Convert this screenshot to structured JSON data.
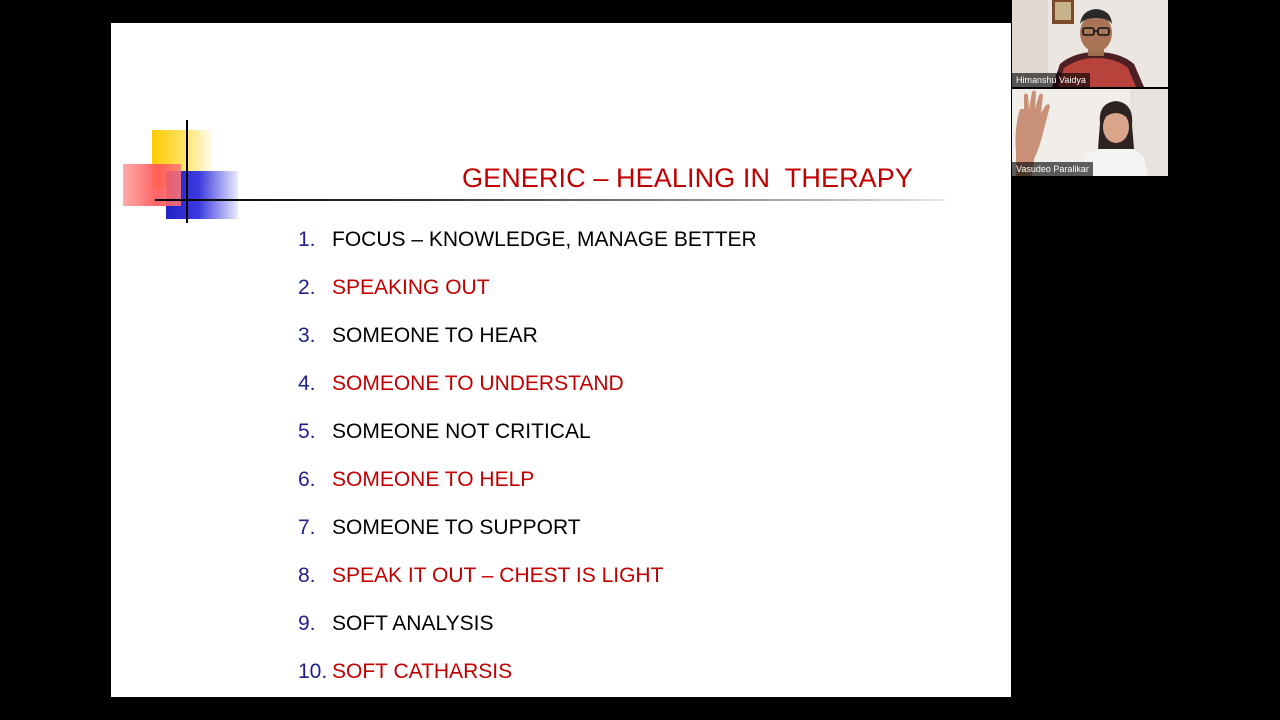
{
  "slide": {
    "title": "GENERIC – HEALING IN  THERAPY",
    "items": [
      {
        "num": "1.",
        "text": "FOCUS – KNOWLEDGE, MANAGE BETTER",
        "color": "#000000"
      },
      {
        "num": "2.",
        "text": "SPEAKING OUT",
        "color": "#c00000"
      },
      {
        "num": "3.",
        "text": "SOMEONE TO HEAR",
        "color": "#000000"
      },
      {
        "num": "4.",
        "text": "SOMEONE TO UNDERSTAND",
        "color": "#c00000"
      },
      {
        "num": "5.",
        "text": "SOMEONE NOT CRITICAL",
        "color": "#000000"
      },
      {
        "num": "6.",
        "text": "SOMEONE TO HELP",
        "color": "#c00000"
      },
      {
        "num": "7.",
        "text": "SOMEONE TO SUPPORT",
        "color": "#000000"
      },
      {
        "num": "8.",
        "text": "SPEAK IT OUT – CHEST IS LIGHT",
        "color": "#c00000"
      },
      {
        "num": "9.",
        "text": "SOFT ANALYSIS",
        "color": "#000000"
      },
      {
        "num": "10.",
        "text": "SOFT CATHARSIS",
        "color": "#c00000"
      }
    ],
    "colors": {
      "title": "#c00000",
      "number": "#1f1f8f",
      "accent_red": "#c00000",
      "background": "#ffffff"
    }
  },
  "participants": [
    {
      "name": "Himanshu Vaidya",
      "icon": "video-feed"
    },
    {
      "name": "Vasudeo Paralikar",
      "icon": "video-feed"
    }
  ]
}
